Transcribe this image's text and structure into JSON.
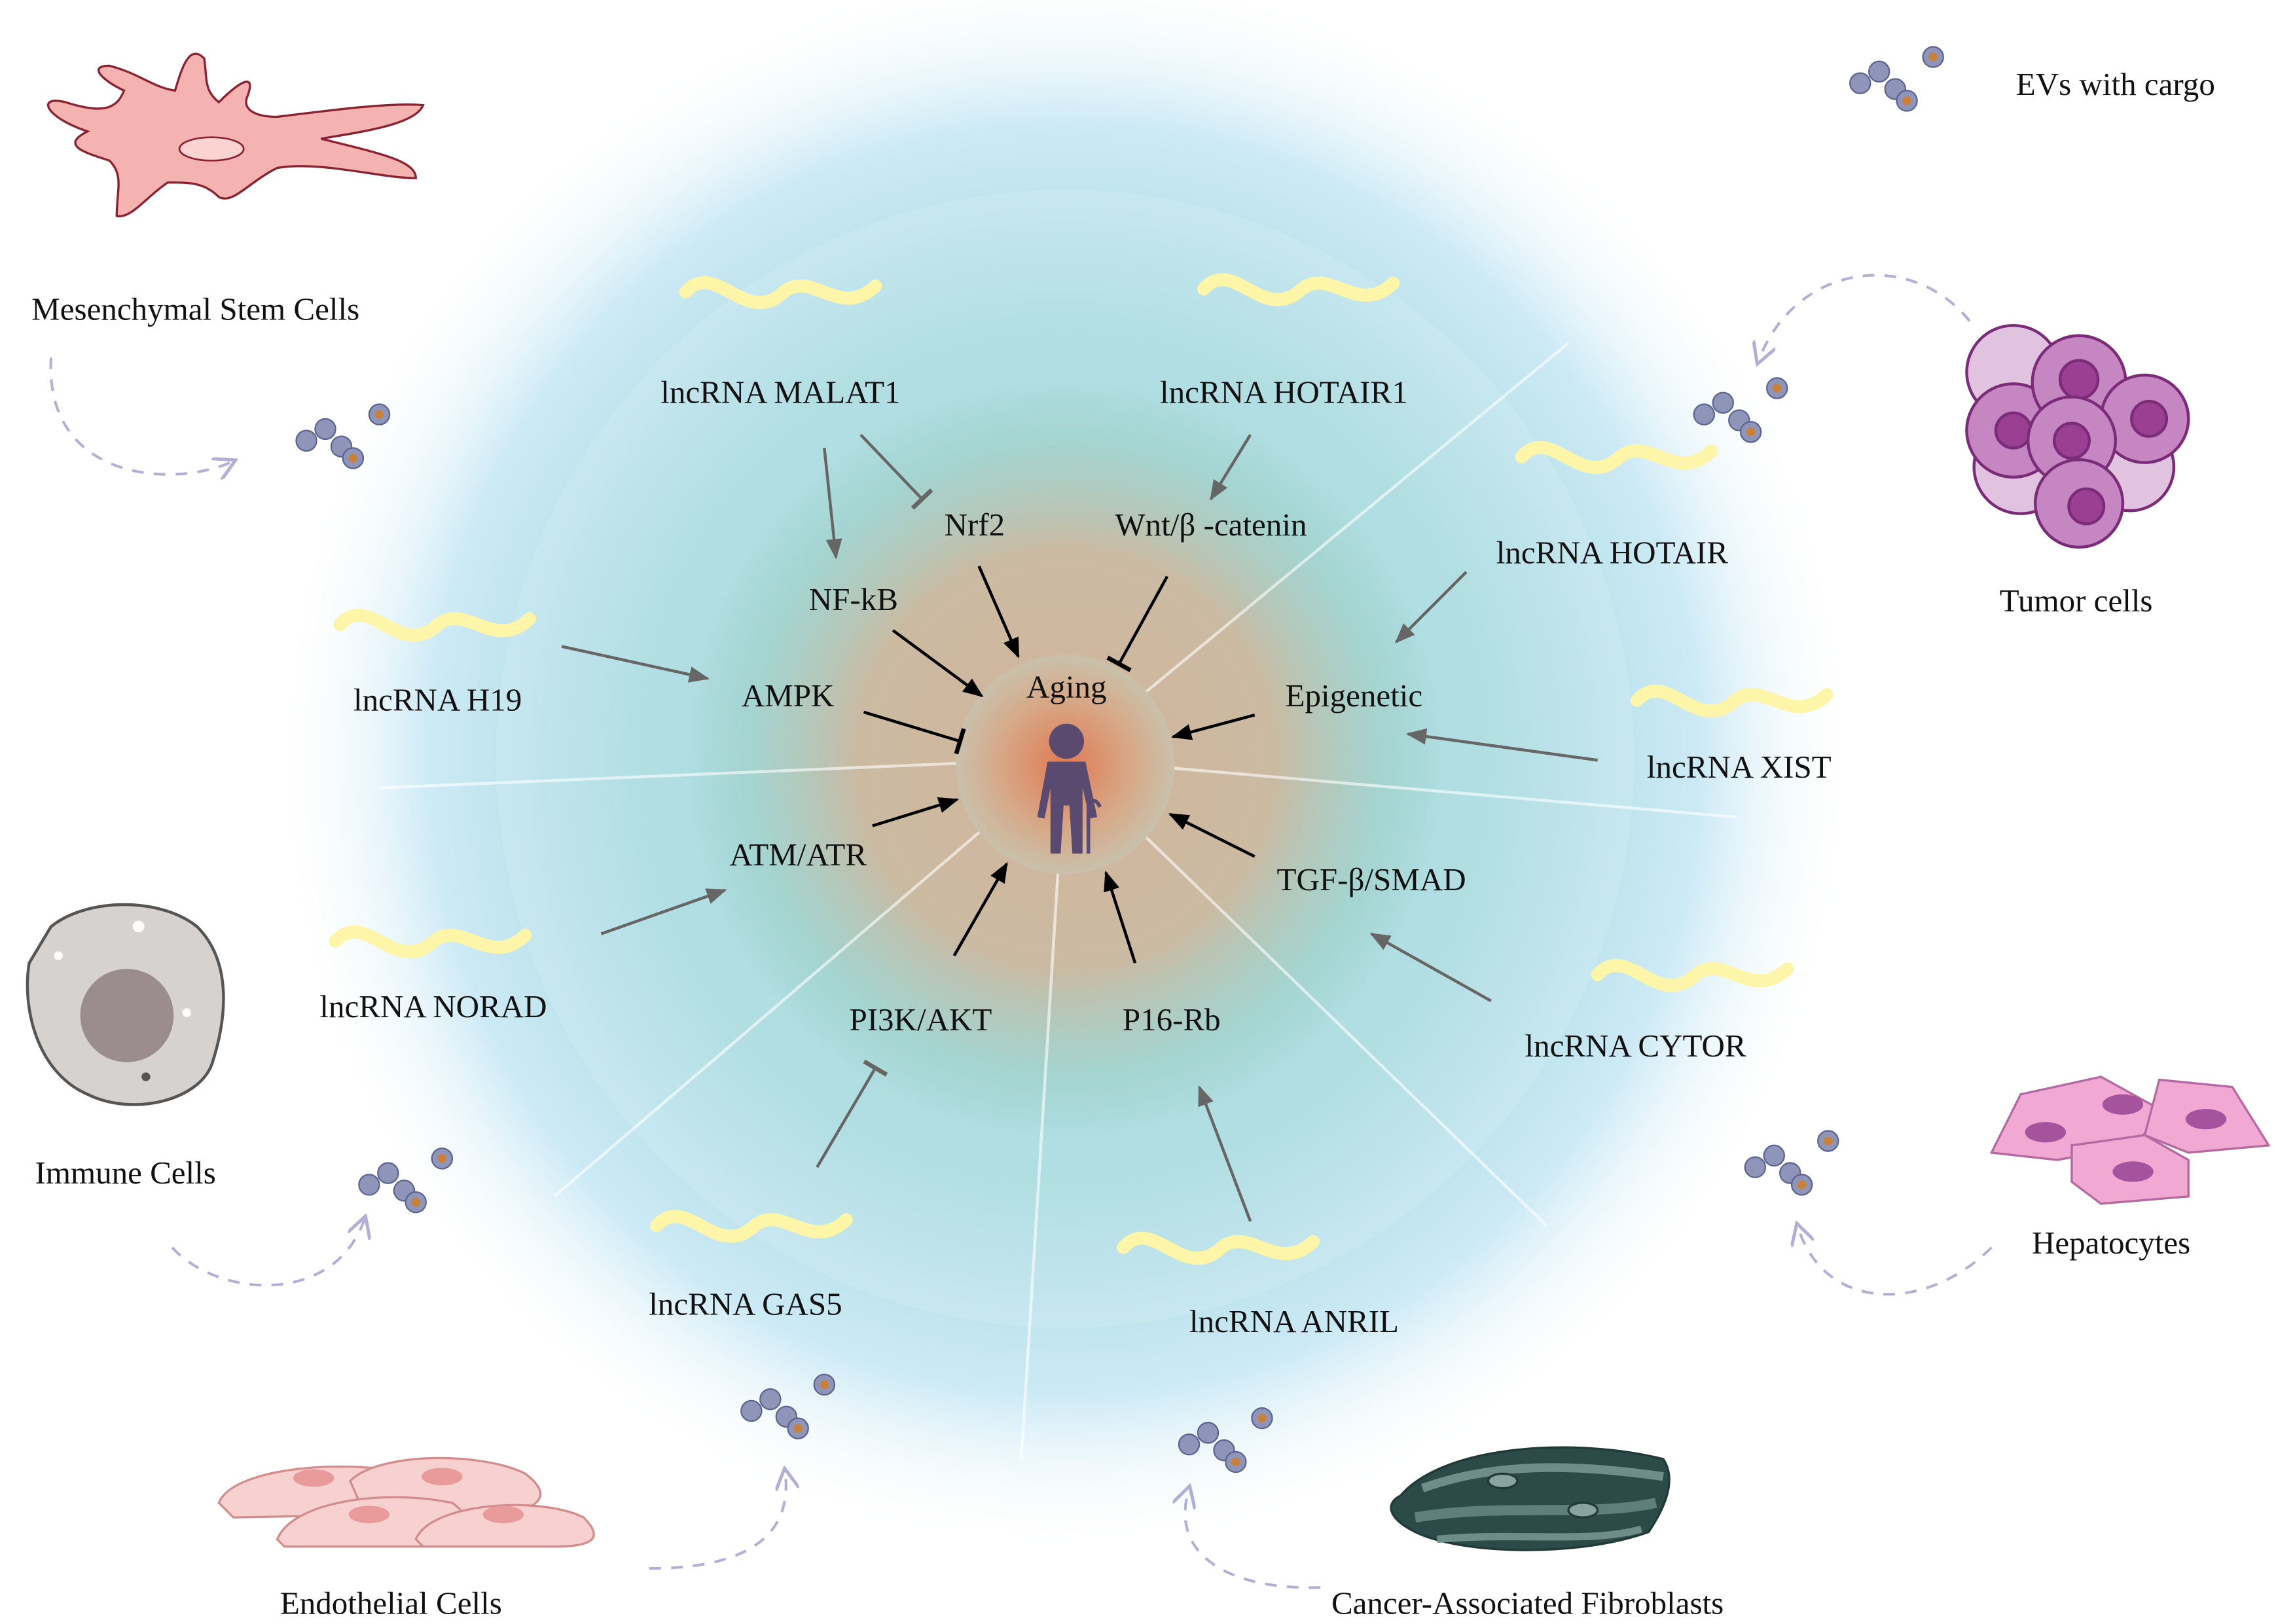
{
  "legend": {
    "ev_label": "EVs with cargo"
  },
  "center": {
    "label": "Aging"
  },
  "cells": {
    "msc": "Mesenchymal Stem Cells",
    "tumor": "Tumor cells",
    "immune": "Immune Cells",
    "hepatocytes": "Hepatocytes",
    "endothelial": "Endothelial Cells",
    "caf": "Cancer-Associated Fibroblasts"
  },
  "lncrnas": {
    "malat1": "lncRNA MALAT1",
    "hotair1": "lncRNA HOTAIR1",
    "hotair": "lncRNA HOTAIR",
    "h19": "lncRNA H19",
    "xist": "lncRNA XIST",
    "norad": "lncRNA NORAD",
    "cytor": "lncRNA CYTOR",
    "gas5": "lncRNA GAS5",
    "anril": "lncRNA ANRIL"
  },
  "pathways": {
    "nrf2": "Nrf2",
    "wnt": "Wnt/β -catenin",
    "nfkb": "NF-kB",
    "ampk": "AMPK",
    "epigenetic": "Epigenetic",
    "atm": "ATM/ATR",
    "tgf": "TGF-β/SMAD",
    "pi3k": "PI3K/AKT",
    "p16": "P16-Rb"
  },
  "colors": {
    "rna": "#fdf5a8",
    "ev": "#8e95b8",
    "figure": "#5b4a70",
    "arrow_gray": "#666666",
    "arrow_black": "#000000"
  }
}
